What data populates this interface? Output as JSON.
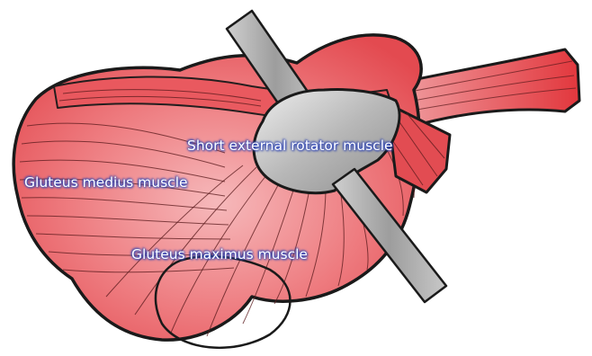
{
  "labels": {
    "short_external_rotator": "Short external rotator muscle",
    "gluteus_medius": "Gluteus medius muscle",
    "gluteus_maximus": "Gluteus maximus muscle"
  },
  "colors": {
    "muscle_fill": "#e8545a",
    "muscle_light": "#f4a3a6",
    "outline": "#1a1a1a",
    "fiber": "#5a1a1c",
    "bone": "#a8a8a8",
    "bone_light": "#d4d4d4",
    "label_glow": "#3f57c8"
  }
}
